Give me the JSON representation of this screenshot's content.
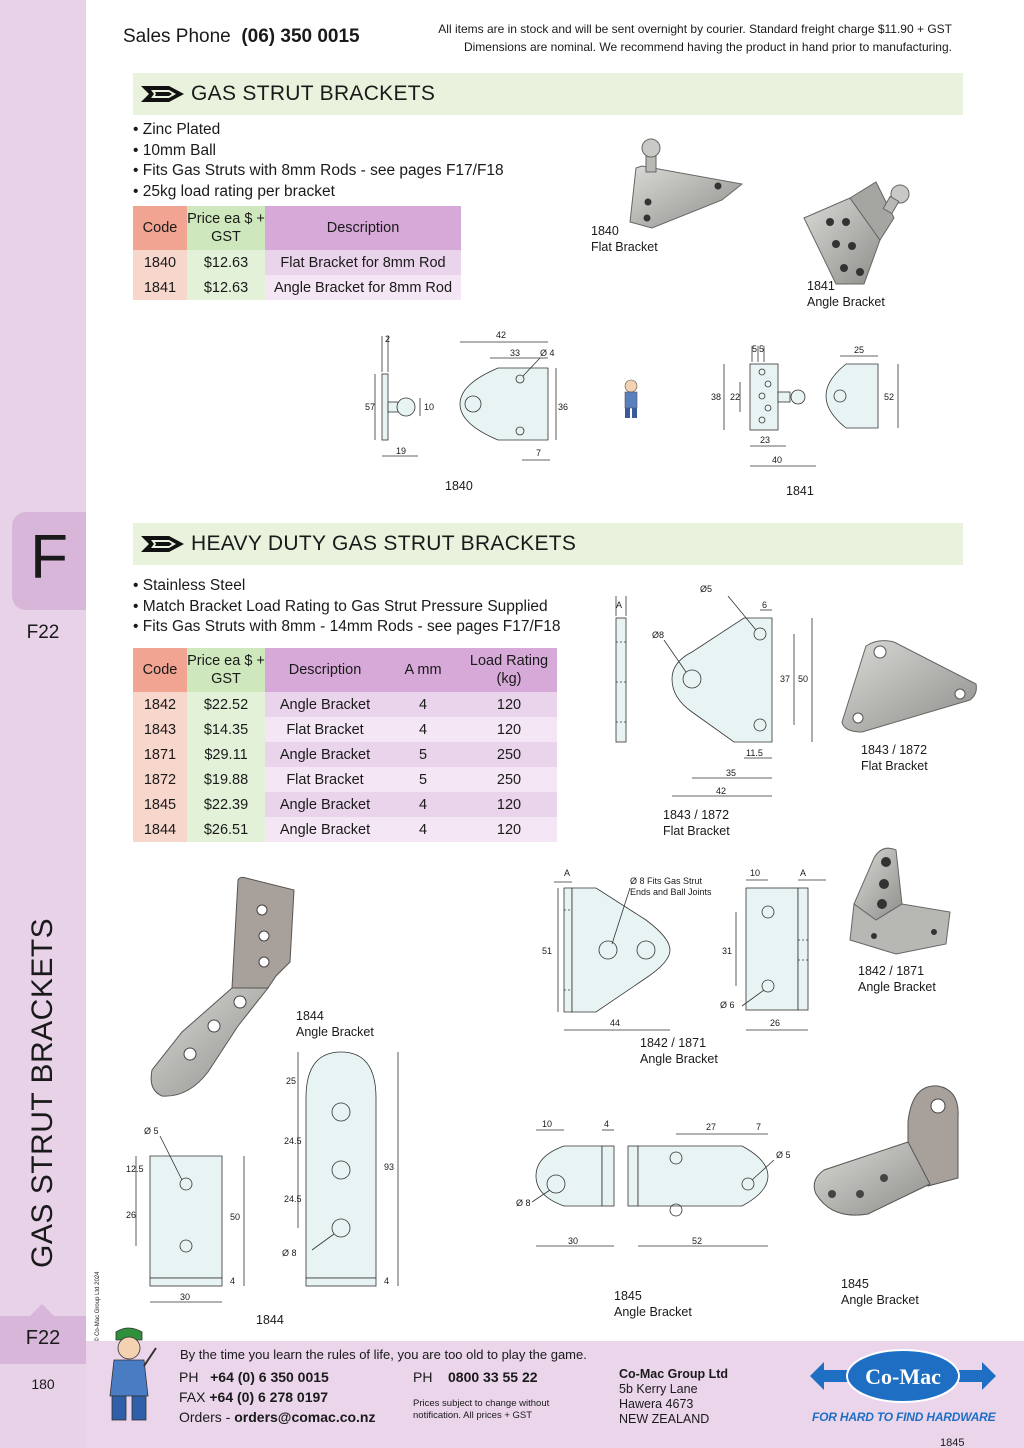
{
  "header": {
    "sales_label": "Sales Phone",
    "sales_phone": "(06) 350 0015",
    "note_line1": "All items are in stock and will be sent overnight by courier. Standard freight charge $11.90 + GST",
    "note_line2": "Dimensions are nominal. We recommend having the product in hand prior to manufacturing."
  },
  "sidebar": {
    "tab_letter": "F",
    "section_code": "F22",
    "vertical_title": "GAS STRUT BRACKETS",
    "bottom_code": "F22",
    "page_number": "180",
    "copyright": "© Co-Mac Group Ltd 2024"
  },
  "section1": {
    "title": "GAS STRUT BRACKETS",
    "bullets": [
      "Zinc Plated",
      "10mm Ball",
      "Fits Gas Struts with 8mm Rods - see pages F17/F18",
      "25kg load rating per bracket"
    ],
    "table": {
      "headers": [
        "Code",
        "Price ea $ + GST",
        "Description"
      ],
      "rows": [
        [
          "1840",
          "$12.63",
          "Flat Bracket for 8mm Rod"
        ],
        [
          "1841",
          "$12.63",
          "Angle Bracket for 8mm Rod"
        ]
      ]
    },
    "photo_captions": [
      {
        "code": "1840",
        "name": "Flat Bracket"
      },
      {
        "code": "1841",
        "name": "Angle Bracket"
      }
    ],
    "drawing_labels": [
      "1840",
      "1841"
    ],
    "dims_1840": [
      "2",
      "42",
      "33",
      "Ø 4",
      "57",
      "10",
      "36",
      "19",
      "7"
    ],
    "dims_1841": [
      "5",
      "5",
      "25",
      "38",
      "22",
      "52",
      "23",
      "40"
    ]
  },
  "section2": {
    "title": "HEAVY DUTY GAS STRUT BRACKETS",
    "bullets": [
      "Stainless Steel",
      "Match Bracket Load Rating to Gas Strut Pressure Supplied",
      "Fits Gas Struts with 8mm - 14mm Rods - see pages F17/F18"
    ],
    "table": {
      "headers": [
        "Code",
        "Price ea $ + GST",
        "Description",
        "A mm",
        "Load Rating (kg)"
      ],
      "rows": [
        [
          "1842",
          "$22.52",
          "Angle Bracket",
          "4",
          "120"
        ],
        [
          "1843",
          "$14.35",
          "Flat Bracket",
          "4",
          "120"
        ],
        [
          "1871",
          "$29.11",
          "Angle Bracket",
          "5",
          "250"
        ],
        [
          "1872",
          "$19.88",
          "Flat Bracket",
          "5",
          "250"
        ],
        [
          "1845",
          "$22.39",
          "Angle Bracket",
          "4",
          "120"
        ],
        [
          "1844",
          "$26.51",
          "Angle Bracket",
          "4",
          "120"
        ]
      ]
    },
    "captions": {
      "flat_drawing": {
        "code": "1843 / 1872",
        "name": "Flat Bracket"
      },
      "flat_photo": {
        "code": "1843 / 1872",
        "name": "Flat Bracket"
      },
      "angle_drawing": {
        "code": "1842 / 1871",
        "name": "Angle Bracket"
      },
      "angle_photo": {
        "code": "1842 / 1871",
        "name": "Angle Bracket"
      },
      "b1844_photo": {
        "code": "1844",
        "name": "Angle Bracket"
      },
      "b1844_drawing": "1844",
      "b1845_drawing": {
        "code": "1845",
        "name": "Angle Bracket"
      },
      "b1845_photo": {
        "code": "1845",
        "name": "Angle Bracket"
      }
    },
    "dims_flat": [
      "A",
      "Ø5",
      "6",
      "Ø8",
      "37",
      "50",
      "11.5",
      "35",
      "42"
    ],
    "dims_angle": [
      "A",
      "Ø 8 Fits Gas Strut",
      "Ends and Ball Joints",
      "51",
      "44",
      "10",
      "A",
      "31",
      "Ø 6",
      "26"
    ],
    "dims_1844": [
      "Ø 5",
      "12.5",
      "26",
      "50",
      "4",
      "30",
      "25",
      "24.5",
      "24.5",
      "93",
      "Ø 8",
      "4"
    ],
    "dims_1845": [
      "10",
      "4",
      "27",
      "7",
      "Ø 5",
      "Ø 8",
      "30",
      "52"
    ]
  },
  "footer": {
    "tagline": "By the time you learn the rules of life, you are too old to play the game.",
    "ph_label": "PH",
    "ph": "+64 (0) 6 350 0015",
    "fax_label": "FAX",
    "fax": "+64 (0) 6 278 0197",
    "orders_label": "Orders -",
    "orders": "orders@comac.co.nz",
    "ph2_label": "PH",
    "ph2": "0800 33 55 22",
    "note": "Prices subject to change without notification. All prices + GST",
    "company_name": "Co-Mac Group Ltd",
    "address": [
      "5b Kerry Lane",
      "Hawera 4673",
      "NEW ZEALAND"
    ],
    "logo_text": "Co-Mac",
    "logo_tagline": "FOR HARD TO FIND HARDWARE",
    "page_ref": "1845"
  },
  "colors": {
    "section_bar": "#e8f2dc",
    "sidebar": "#e7d2e8",
    "code_header": "#f0a491",
    "price_header": "#cfe7bd",
    "desc_header": "#d7a9d8",
    "logo_blue": "#1e6fc4"
  }
}
